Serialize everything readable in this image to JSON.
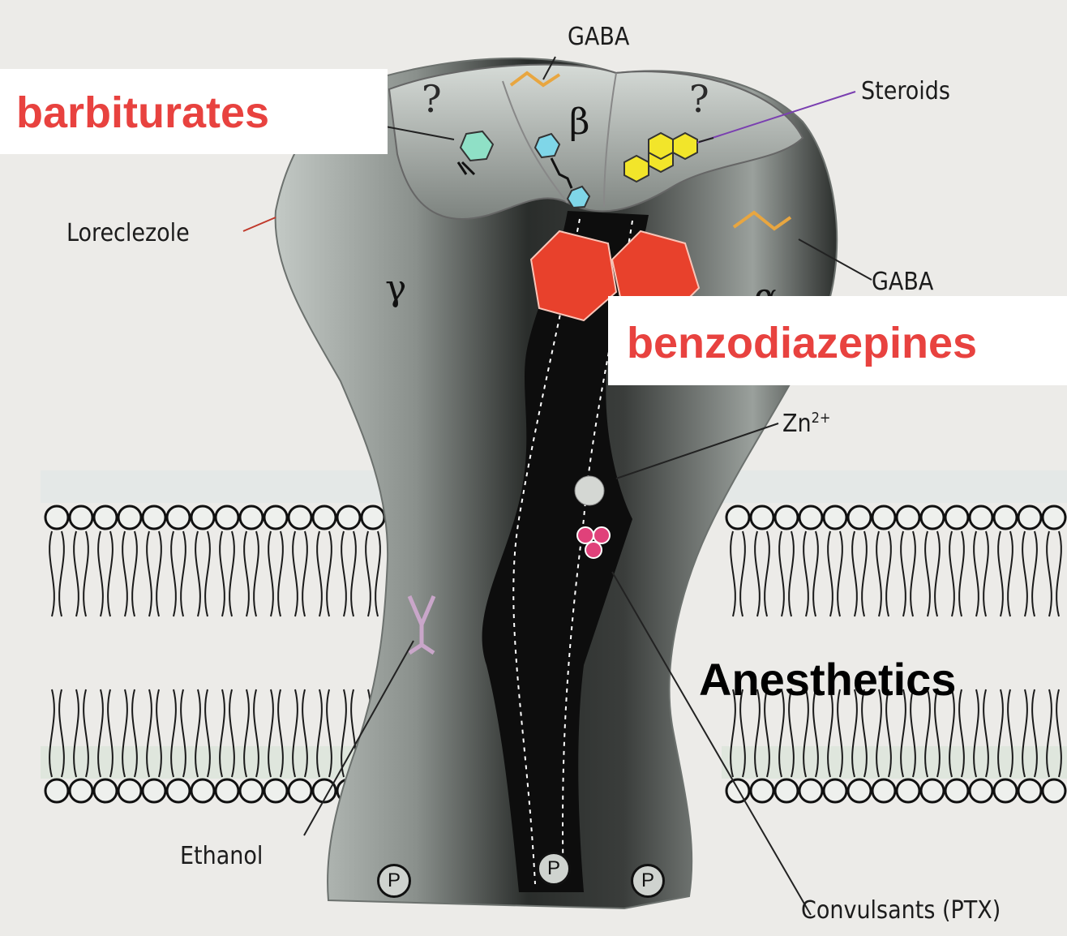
{
  "colors": {
    "background": "#ecebe8",
    "receptor_dark": "#2b2e2c",
    "receptor_light": "#c4cac6",
    "channel": "#0d0d0d",
    "benzodiazepine_site": "#e8412c",
    "steroid": "#f2e52a",
    "barbiturate": "#8fe0c6",
    "anesthetic": "#e0417a",
    "highlight_text": "#e8423f"
  },
  "labels": {
    "gaba_top": "GABA",
    "steroids": "Steroids",
    "loreclezole": "Loreclezole",
    "gaba_right": "GABA",
    "zinc": "Zn",
    "zinc_sup": "2+",
    "ethanol": "Ethanol",
    "convulsants": "Convulsants (PTX)"
  },
  "subunits": {
    "beta": "β",
    "gamma": "γ",
    "alpha": "α"
  },
  "unknown_marks": [
    "?",
    "?"
  ],
  "phosphorylation": [
    "P",
    "P",
    "P"
  ],
  "overlays": {
    "barbiturates": "barbiturates",
    "benzodiazepines": "benzodiazepines",
    "anesthetics": "Anesthetics"
  }
}
